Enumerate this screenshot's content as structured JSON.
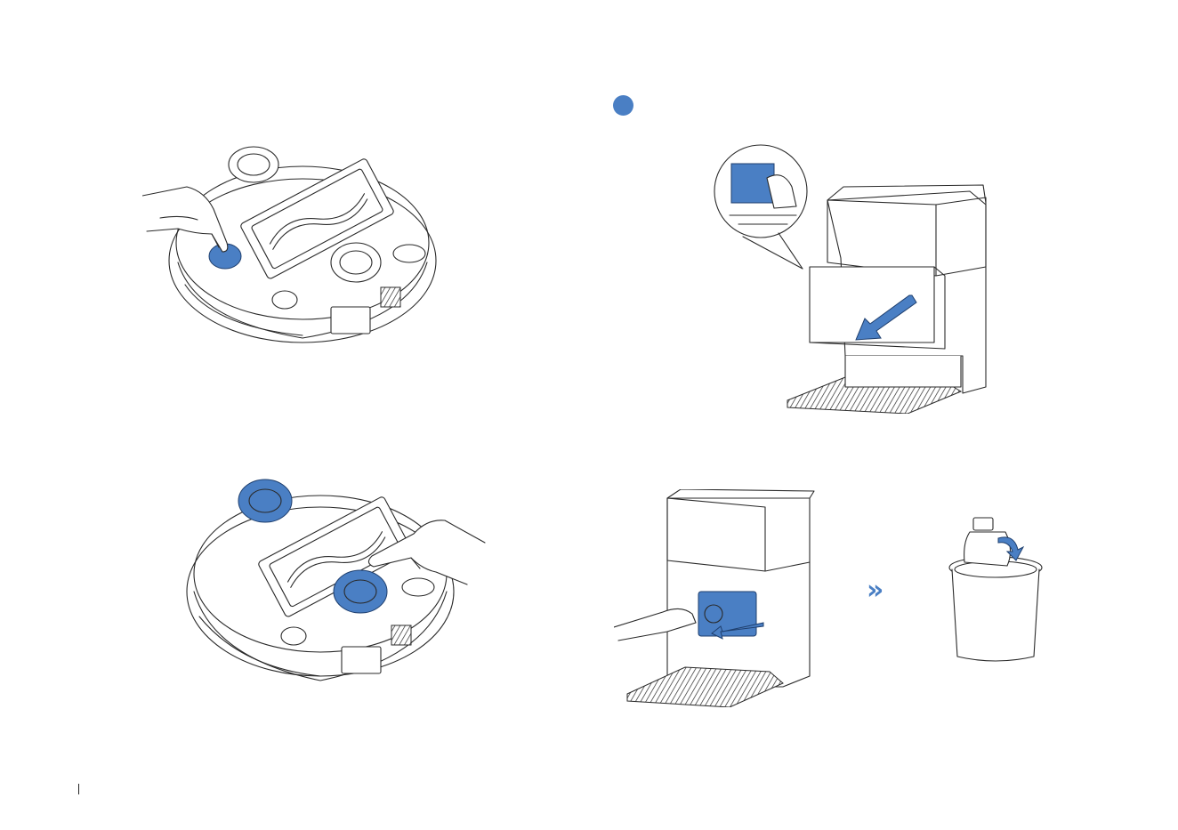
{
  "page": {
    "accent_color": "#4a7fc4",
    "line_color": "#2a2a2a",
    "background": "#ffffff"
  },
  "step_marker": {
    "shape": "filled-circle",
    "color": "#4a7fc4"
  },
  "arrow_glyph": "»",
  "figures": [
    {
      "name": "robot-side-brush-screw",
      "highlight_color": "#4a7fc4"
    },
    {
      "name": "robot-wheels-removal",
      "highlight_color": "#4a7fc4"
    },
    {
      "name": "base-station-open-cover",
      "highlight_color": "#4a7fc4"
    },
    {
      "name": "base-station-remove-dust-bag",
      "highlight_color": "#4a7fc4"
    },
    {
      "name": "dispose-dust-bag-bin",
      "highlight_color": "#4a7fc4"
    }
  ],
  "icons": [
    "hand-icon",
    "arrow-icon",
    "double-chevron-icon",
    "trash-bin-icon"
  ]
}
